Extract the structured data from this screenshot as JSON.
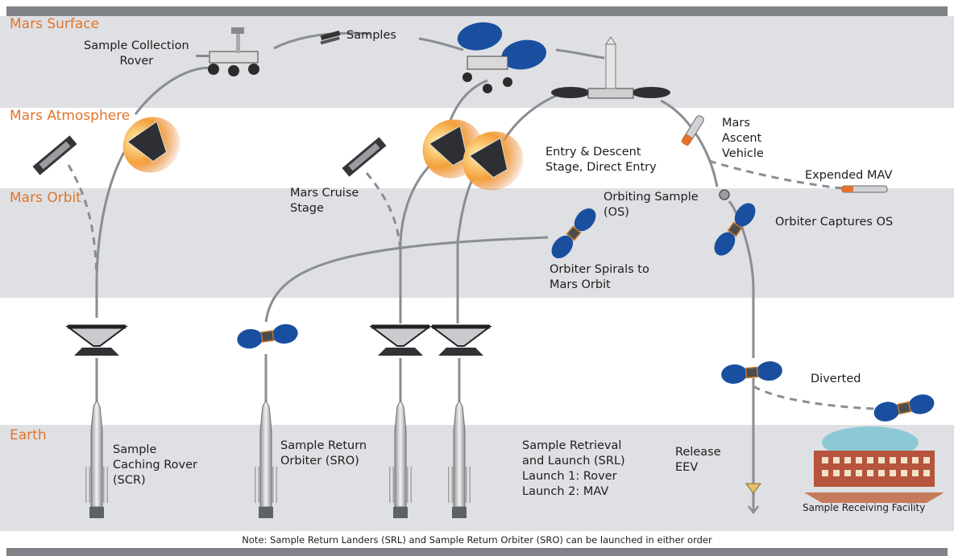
{
  "zones": {
    "surface": "Mars Surface",
    "atmosphere": "Mars Atmosphere",
    "orbit": "Mars Orbit",
    "earth": "Earth"
  },
  "labels": {
    "sample_collection_rover": "Sample Collection\nRover",
    "samples": "Samples",
    "mars_ascent_vehicle": "Mars\nAscent\nVehicle",
    "entry_descent": "Entry & Descent\nStage, Direct Entry",
    "expended_mav": "Expended MAV",
    "mars_cruise_stage": "Mars Cruise\nStage",
    "orbiting_sample": "Orbiting Sample\n(OS)",
    "orbiter_captures": "Orbiter Captures OS",
    "orbiter_spirals": "Orbiter Spirals to\nMars Orbit",
    "diverted": "Diverted",
    "scr": "Sample\nCaching Rover\n(SCR)",
    "sro": "Sample Return\nOrbiter (SRO)",
    "srl": "Sample Retrieval\nand Launch (SRL)\nLaunch 1:  Rover\nLaunch 2:  MAV",
    "release_eev": "Release\nEEV",
    "receiving_facility": "Sample Receiving Facility"
  },
  "note": "Note: Sample Return Landers (SRL) and Sample Return Orbiter (SRO) can be launched in either order",
  "colors": {
    "zone_label": "#e0742a",
    "band_gray": "#dfe0e3",
    "bar_gray": "#7f8287",
    "path_line": "#8a8d91",
    "solar_panel": "#1a4fa0"
  }
}
